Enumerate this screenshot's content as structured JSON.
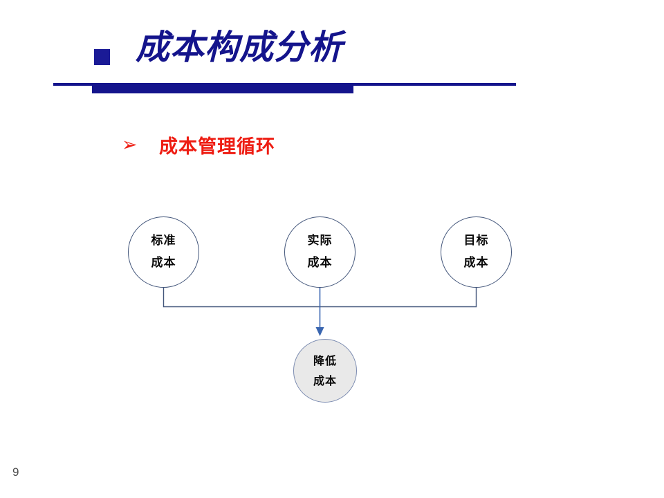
{
  "slide": {
    "page_number": "9",
    "background_color": "#ffffff"
  },
  "header": {
    "bullet_icon": "filled-square-icon",
    "title": "成本构成分析",
    "title_color": "#14148c",
    "rule_color": "#14148c"
  },
  "subtitle": {
    "marker_icon": "arrow-bullet-icon",
    "marker_glyph": "➢",
    "text": "成本管理循环",
    "color": "#ee1c12"
  },
  "diagram": {
    "type": "flow",
    "connector_color": "#42557a",
    "arrow_color": "#3a66b0",
    "nodes": [
      {
        "id": "standard",
        "line1": "标准",
        "line2": "成本",
        "fill": "#ffffff",
        "border": "#42557a"
      },
      {
        "id": "actual",
        "line1": "实际",
        "line2": "成本",
        "fill": "#ffffff",
        "border": "#42557a"
      },
      {
        "id": "target",
        "line1": "目标",
        "line2": "成本",
        "fill": "#ffffff",
        "border": "#42557a"
      },
      {
        "id": "reduce",
        "line1": "降低",
        "line2": "成本",
        "fill": "#e9e9e9",
        "border": "#7b8bb0"
      }
    ],
    "edges": [
      {
        "from": "standard",
        "to": "reduce"
      },
      {
        "from": "actual",
        "to": "reduce"
      },
      {
        "from": "target",
        "to": "reduce"
      }
    ]
  }
}
